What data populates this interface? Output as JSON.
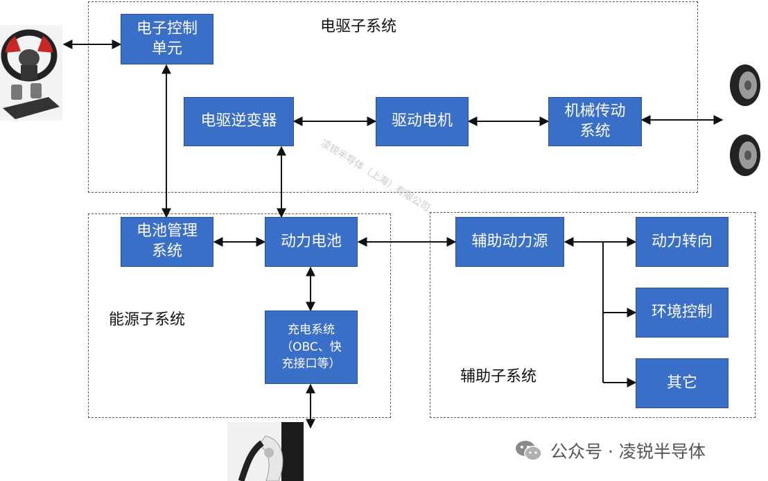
{
  "groups": {
    "electric_drive": "电驱子系统",
    "energy": "能源子系统",
    "auxiliary": "辅助子系统"
  },
  "blocks": {
    "ecu": "电子控制\n单元",
    "inverter": "电驱逆变器",
    "motor": "驱动电机",
    "transmission": "机械传动\n系统",
    "bms": "电池管理\n系统",
    "battery": "动力电池",
    "charging": "充电系统\n（OBC、快\n充接口等）",
    "aux_power": "辅助动力源",
    "steering": "动力转向",
    "climate": "环境控制",
    "other": "其它"
  },
  "watermark": "凌锐半导体（上海）有限公司",
  "footer": {
    "brand": "公众号 · 凌锐半导体",
    "icon": "wechat-icon"
  },
  "images": {
    "left_top": "steering-wheel-pedals",
    "right": "tires",
    "bottom": "ev-charger-plug"
  },
  "colors": {
    "block_fill": "#3a6fc8",
    "block_text": "#ffffff",
    "arrow": "#111111"
  }
}
